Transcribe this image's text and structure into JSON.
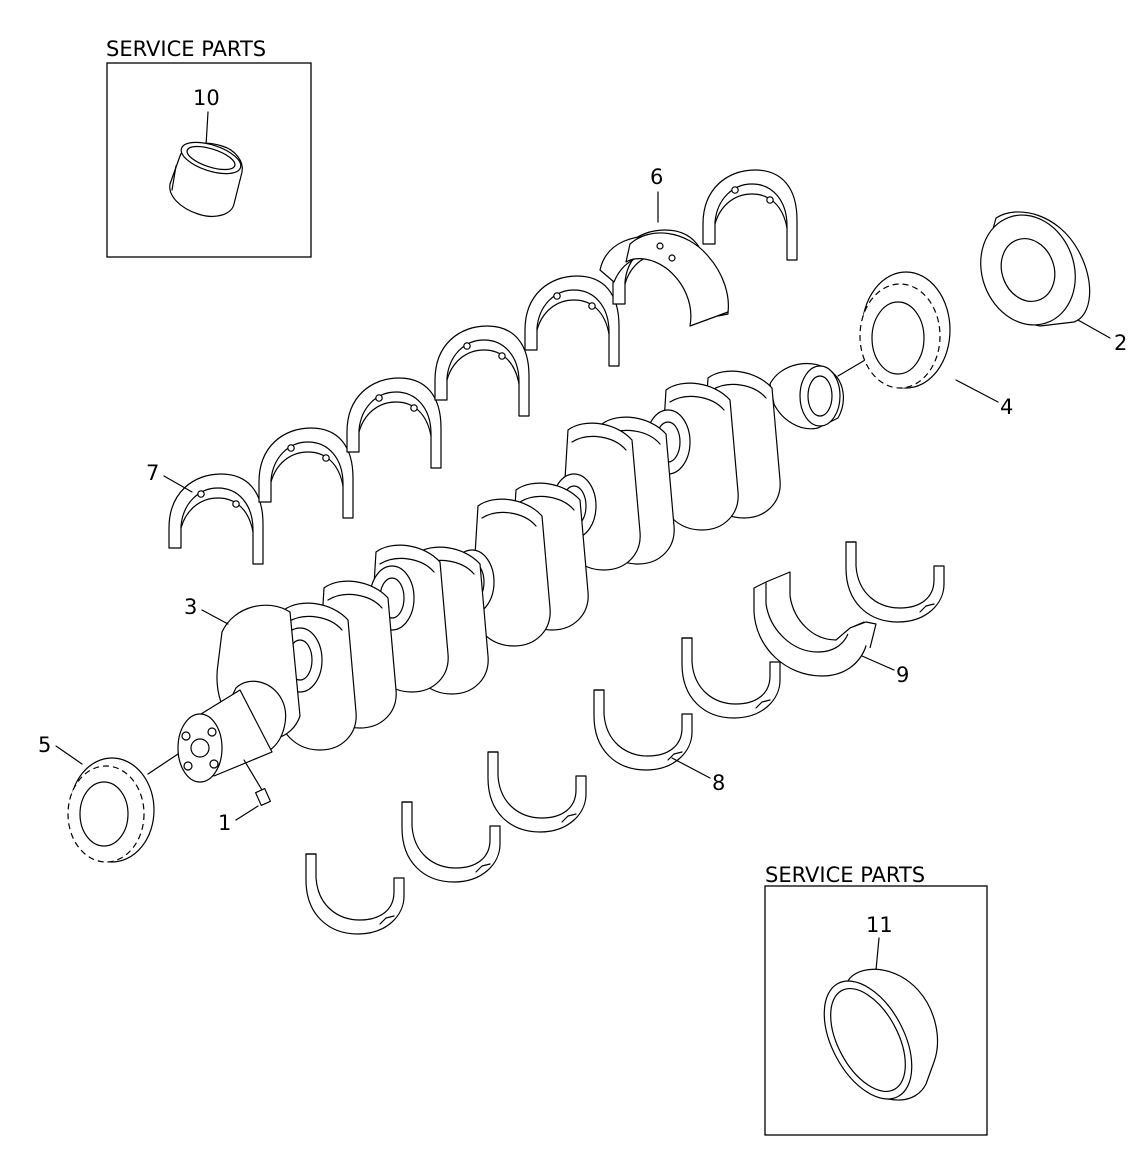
{
  "service_parts_boxes": [
    {
      "title": "SERVICE PARTS",
      "part_number": "10"
    },
    {
      "title": "SERVICE PARTS",
      "part_number": "11"
    }
  ],
  "callouts": {
    "p1": "1",
    "p2": "2",
    "p3": "3",
    "p4": "4",
    "p5": "5",
    "p6": "6",
    "p7": "7",
    "p8": "8",
    "p9": "9"
  }
}
